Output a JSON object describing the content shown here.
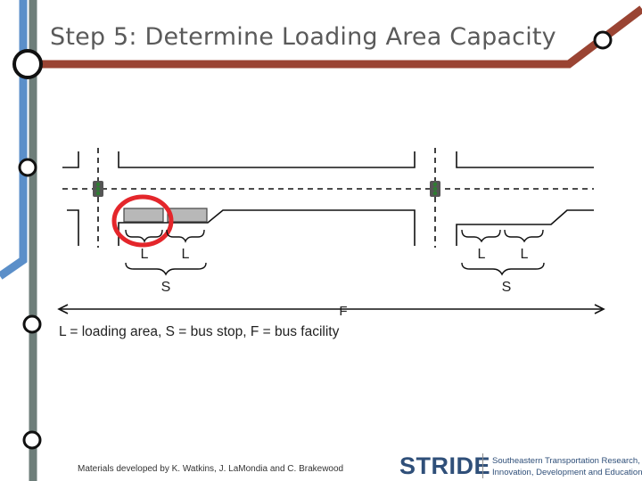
{
  "slide": {
    "title": "Step 5: Determine Loading Area Capacity",
    "legend": "L = loading area, S = bus stop, F = bus facility",
    "footer": "Materials developed by K. Watkins, J. LaMondia and C. Brakewood"
  },
  "logo": {
    "name": "STRIDE",
    "tagline_line1": "Southeastern Transportation Research,",
    "tagline_line2": "Innovation, Development and Education Center"
  },
  "diagram": {
    "labels": {
      "loading_area": "L",
      "bus_stop": "S",
      "bus_facility": "F"
    }
  },
  "colors": {
    "accent_red": "#e4262b",
    "frame_blue": "#5b8fc9",
    "frame_gray": "#6e7e7a",
    "frame_brown": "#9a4433"
  }
}
